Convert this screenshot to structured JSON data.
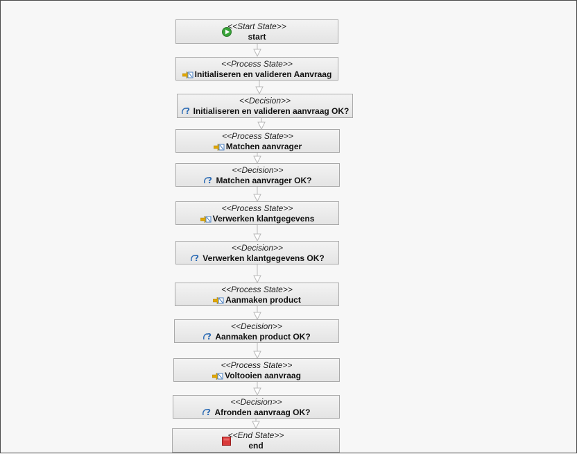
{
  "diagram": {
    "nodes": [
      {
        "id": "n1",
        "kind": "start",
        "stereotype": "<<Start State>>",
        "label": "start",
        "icon": "start-icon"
      },
      {
        "id": "n2",
        "kind": "process",
        "stereotype": "<<Process State>>",
        "label": "Initialiseren en valideren Aanvraag",
        "icon": "process-state-icon"
      },
      {
        "id": "n3",
        "kind": "decision",
        "stereotype": "<<Decision>>",
        "label": "Initialiseren en valideren aanvraag OK?",
        "icon": "decision-icon"
      },
      {
        "id": "n4",
        "kind": "process",
        "stereotype": "<<Process State>>",
        "label": "Matchen aanvrager",
        "icon": "process-state-icon"
      },
      {
        "id": "n5",
        "kind": "decision",
        "stereotype": "<<Decision>>",
        "label": "Matchen aanvrager OK?",
        "icon": "decision-icon"
      },
      {
        "id": "n6",
        "kind": "process",
        "stereotype": "<<Process State>>",
        "label": "Verwerken klantgegevens",
        "icon": "process-state-icon"
      },
      {
        "id": "n7",
        "kind": "decision",
        "stereotype": "<<Decision>>",
        "label": "Verwerken klantgegevens OK?",
        "icon": "decision-icon"
      },
      {
        "id": "n8",
        "kind": "process",
        "stereotype": "<<Process State>>",
        "label": "Aanmaken product",
        "icon": "process-state-icon"
      },
      {
        "id": "n9",
        "kind": "decision",
        "stereotype": "<<Decision>>",
        "label": "Aanmaken product OK?",
        "icon": "decision-icon"
      },
      {
        "id": "n10",
        "kind": "process",
        "stereotype": "<<Process State>>",
        "label": "Voltooien aanvraag",
        "icon": "process-state-icon"
      },
      {
        "id": "n11",
        "kind": "decision",
        "stereotype": "<<Decision>>",
        "label": "Afronden aanvraag OK?",
        "icon": "decision-icon"
      },
      {
        "id": "n12",
        "kind": "end",
        "stereotype": "<<End State>>",
        "label": "end",
        "icon": "end-icon"
      }
    ],
    "colors": {
      "node_border": "#a9a9a9",
      "start_icon": "#3aa53a",
      "end_icon": "#d93a3a",
      "decision_icon": "#2f6db5",
      "process_icon_arrow": "#e2a700",
      "process_icon_box": "#4a7fc0",
      "edge": "#b8b8b8"
    }
  }
}
